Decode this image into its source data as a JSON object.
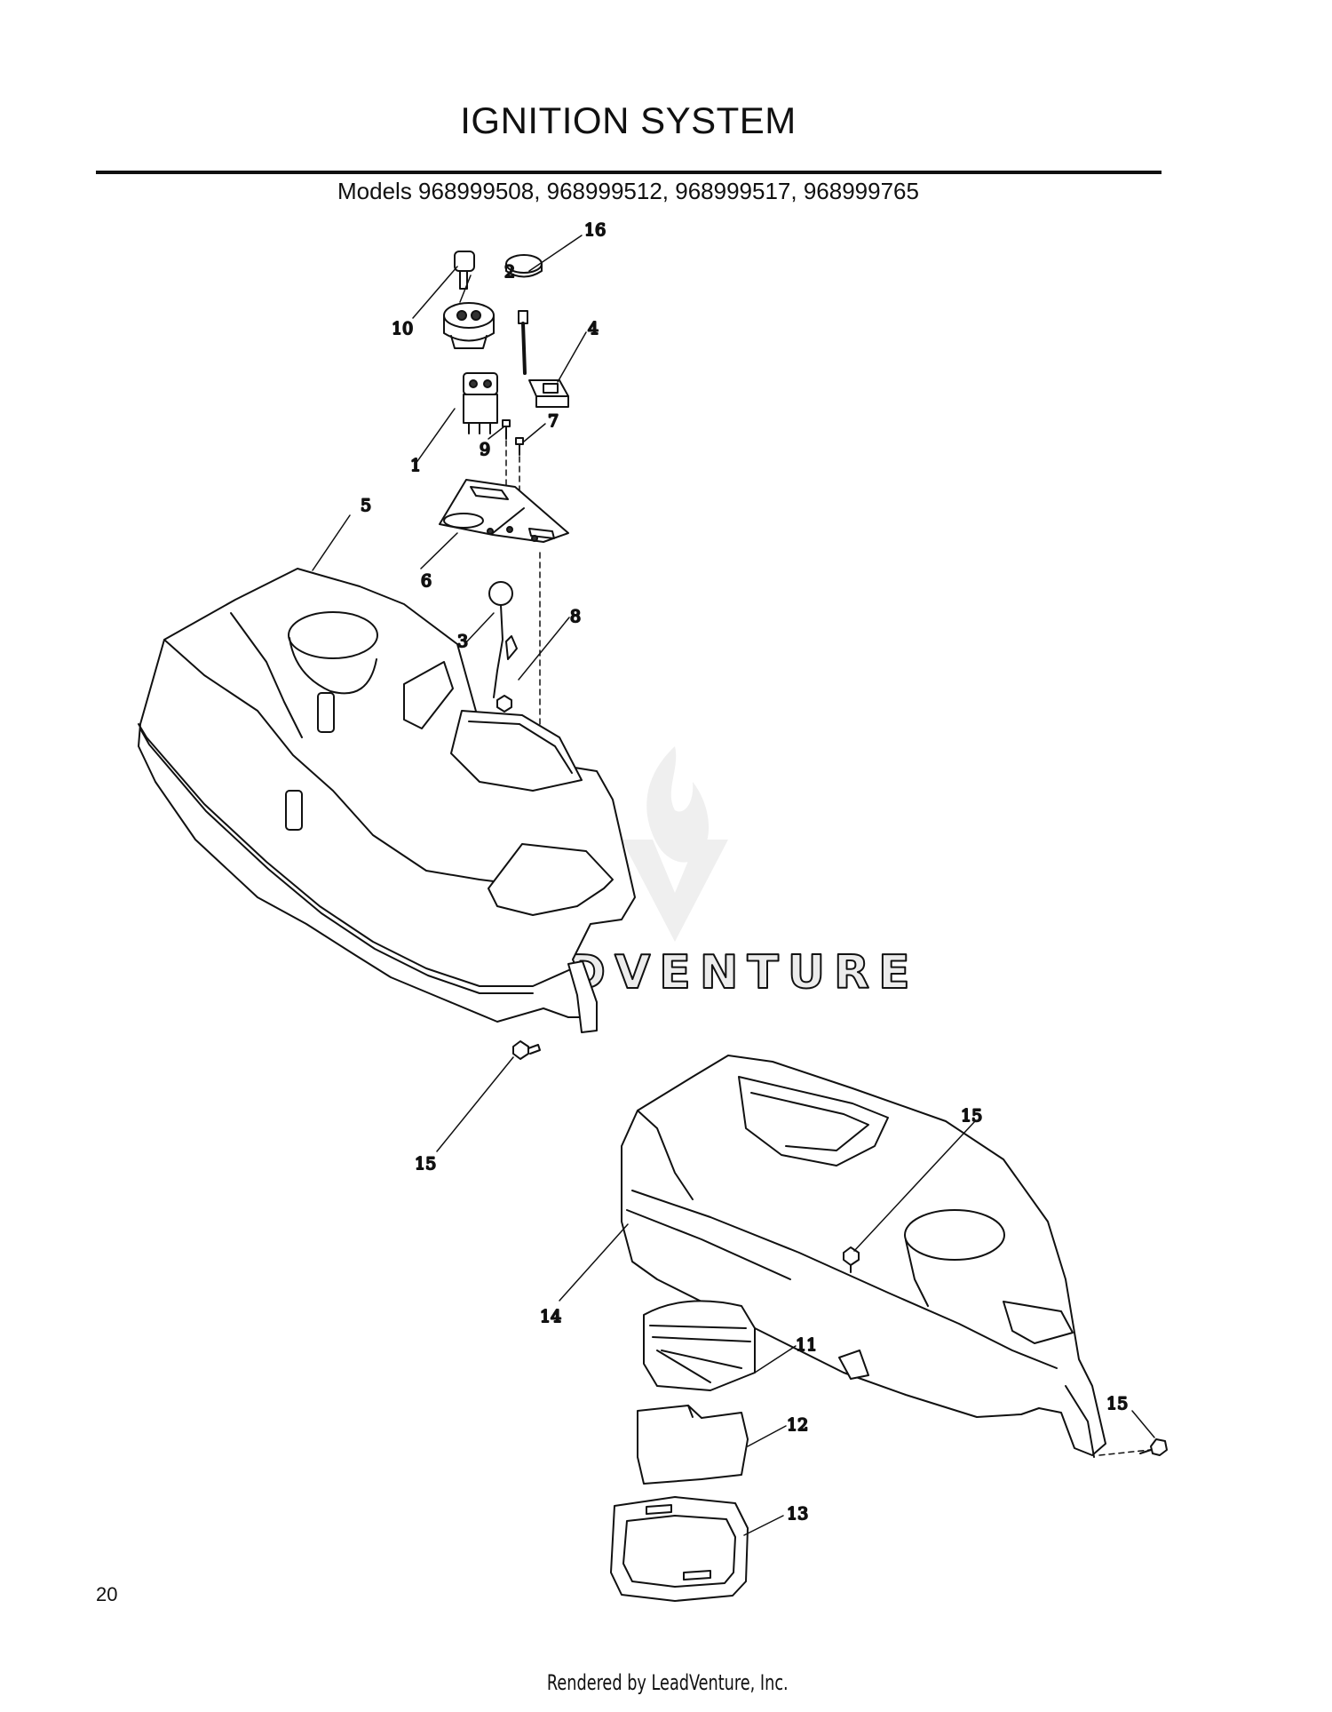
{
  "page": {
    "title": "IGNITION SYSTEM",
    "models": "Models 968999508, 968999512, 968999517, 968999765",
    "page_number": "20",
    "footer": "Rendered by LeadVenture, Inc."
  },
  "watermark": {
    "text": "LEADVENTURE"
  },
  "callouts": {
    "c1": "1",
    "c2": "2",
    "c3": "3",
    "c4": "4",
    "c5": "5",
    "c6": "6",
    "c7": "7",
    "c8": "8",
    "c9": "9",
    "c10": "10",
    "c11": "11",
    "c12": "12",
    "c13": "13",
    "c14": "14",
    "c15a": "15",
    "c15b": "15",
    "c15c": "15",
    "c16": "16"
  },
  "colors": {
    "line": "#111111",
    "watermark": "#ececec"
  }
}
